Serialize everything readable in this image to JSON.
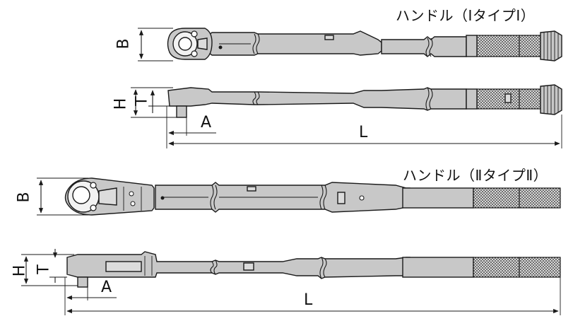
{
  "diagram": {
    "type1": {
      "title": "ハンドル（ⅠタイプⅠ）",
      "dims": {
        "B": "B",
        "H": "H",
        "T": "T",
        "A": "A",
        "L": "L"
      }
    },
    "type2": {
      "title": "ハンドル（ⅡタイプⅡ）",
      "dims": {
        "B": "B",
        "H": "H",
        "T": "T",
        "A": "A",
        "L": "L"
      }
    }
  }
}
